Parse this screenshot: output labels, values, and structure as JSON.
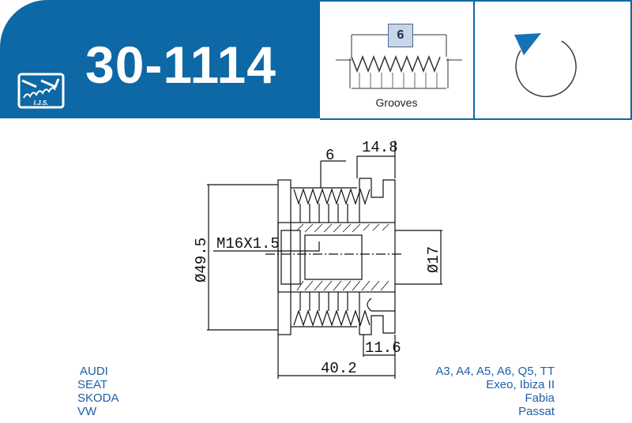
{
  "header": {
    "part_number": "30-1114",
    "logo_text": "I.J.S."
  },
  "grooves": {
    "count": "6",
    "label": "Grooves"
  },
  "rotation": {
    "icon": "clockwise-rotation-icon"
  },
  "dimensions": {
    "groove_count": "6",
    "width_top": "14.8",
    "diameter_outer": "Ø49.5",
    "thread": "M16X1.5",
    "diameter_inner": "Ø17",
    "width_bottom": "11.6",
    "total_length": "40.2"
  },
  "applications": [
    {
      "brand": "AUDI",
      "models": "A3, A4, A5, A6, Q5, TT"
    },
    {
      "brand": "SEAT",
      "models": "Exeo, Ibiza II"
    },
    {
      "brand": "SKODA",
      "models": "Fabia"
    },
    {
      "brand": "VW",
      "models": "Passat"
    }
  ]
}
